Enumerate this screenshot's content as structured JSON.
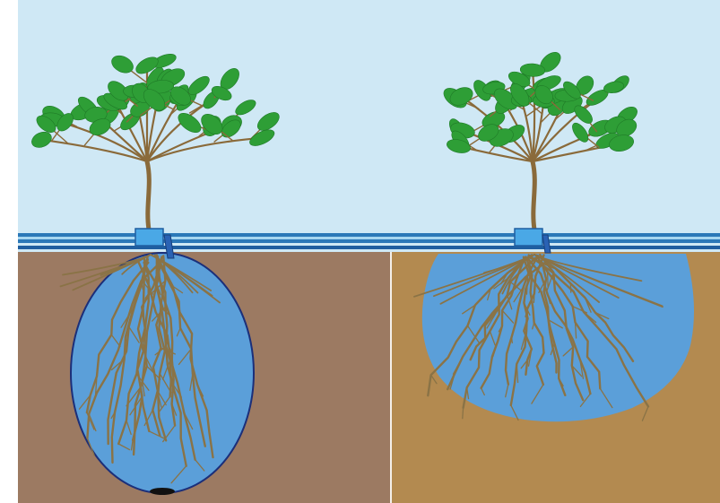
{
  "panels": [
    {
      "id": "left",
      "soil": "clay",
      "wetted_zone_shape": "ellipse",
      "colors": {
        "soil": "#9c7a62",
        "water": "#5b9fd9",
        "outline": "#1b2f7a"
      }
    },
    {
      "id": "right",
      "soil": "sandy",
      "wetted_zone_shape": "bowl",
      "colors": {
        "soil": "#b38a50",
        "water": "#5b9fd9",
        "outline": "none"
      }
    }
  ],
  "colors": {
    "sky": "#cfe8f5",
    "pipe": "#2b78b8",
    "emitter": "#4aa8e6",
    "trunk": "#8a6a3a",
    "leaf": "#2e9e36",
    "root": "#8a7346"
  },
  "icons": [
    "tree-icon",
    "drip-emitter-icon",
    "drip-pipe",
    "root-system"
  ]
}
